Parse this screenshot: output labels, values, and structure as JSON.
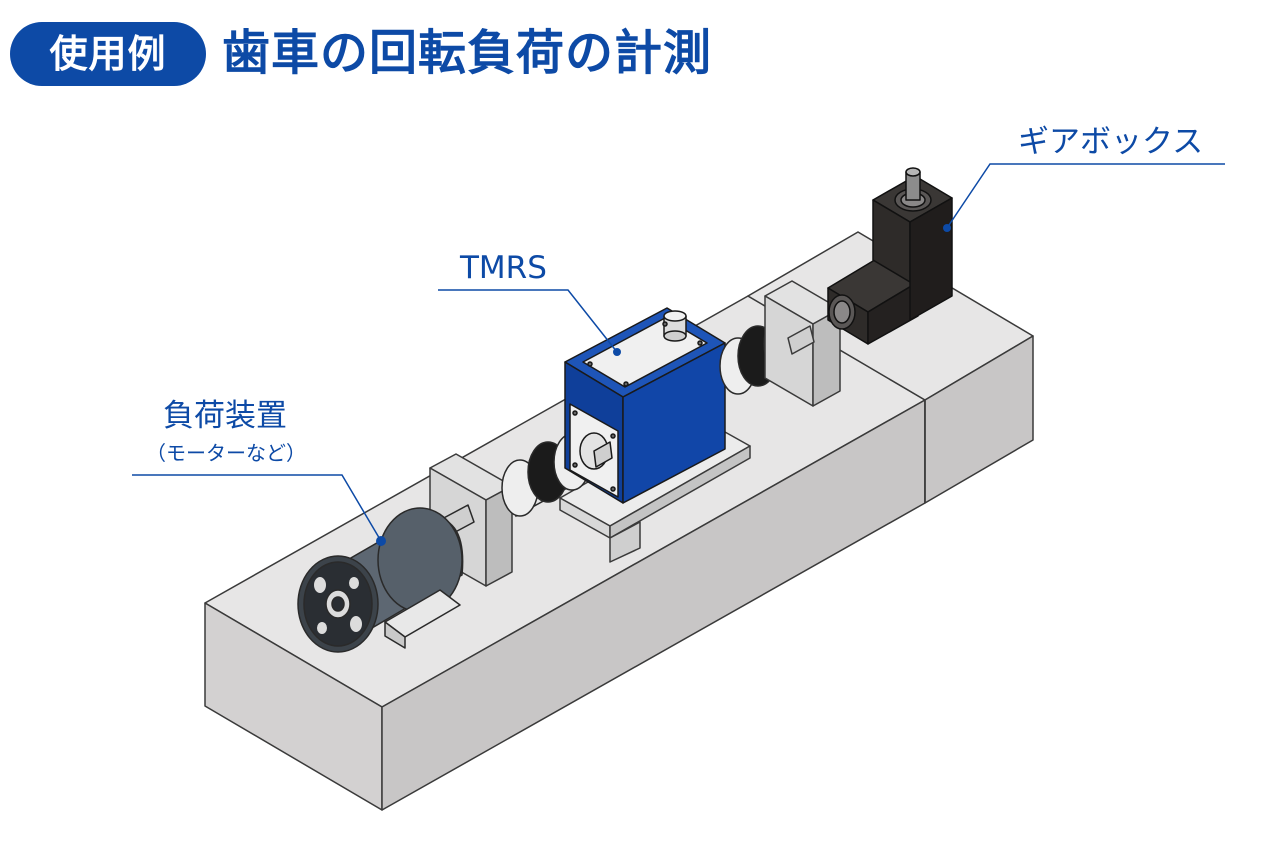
{
  "header": {
    "badge": "使用例",
    "title": "歯車の回転負荷の計測"
  },
  "labels": {
    "gearbox": "ギアボックス",
    "tmrs": "TMRS",
    "load_device": "負荷装置",
    "load_device_note": "（モーターなど）"
  },
  "colors": {
    "accent": "#0d4aa6",
    "tmrs_body": "#1146a8",
    "motor": "#5d6772",
    "gearbox": "#262321",
    "bench_top": "#e6e5e5",
    "bench_side": "#cfcdcd"
  }
}
